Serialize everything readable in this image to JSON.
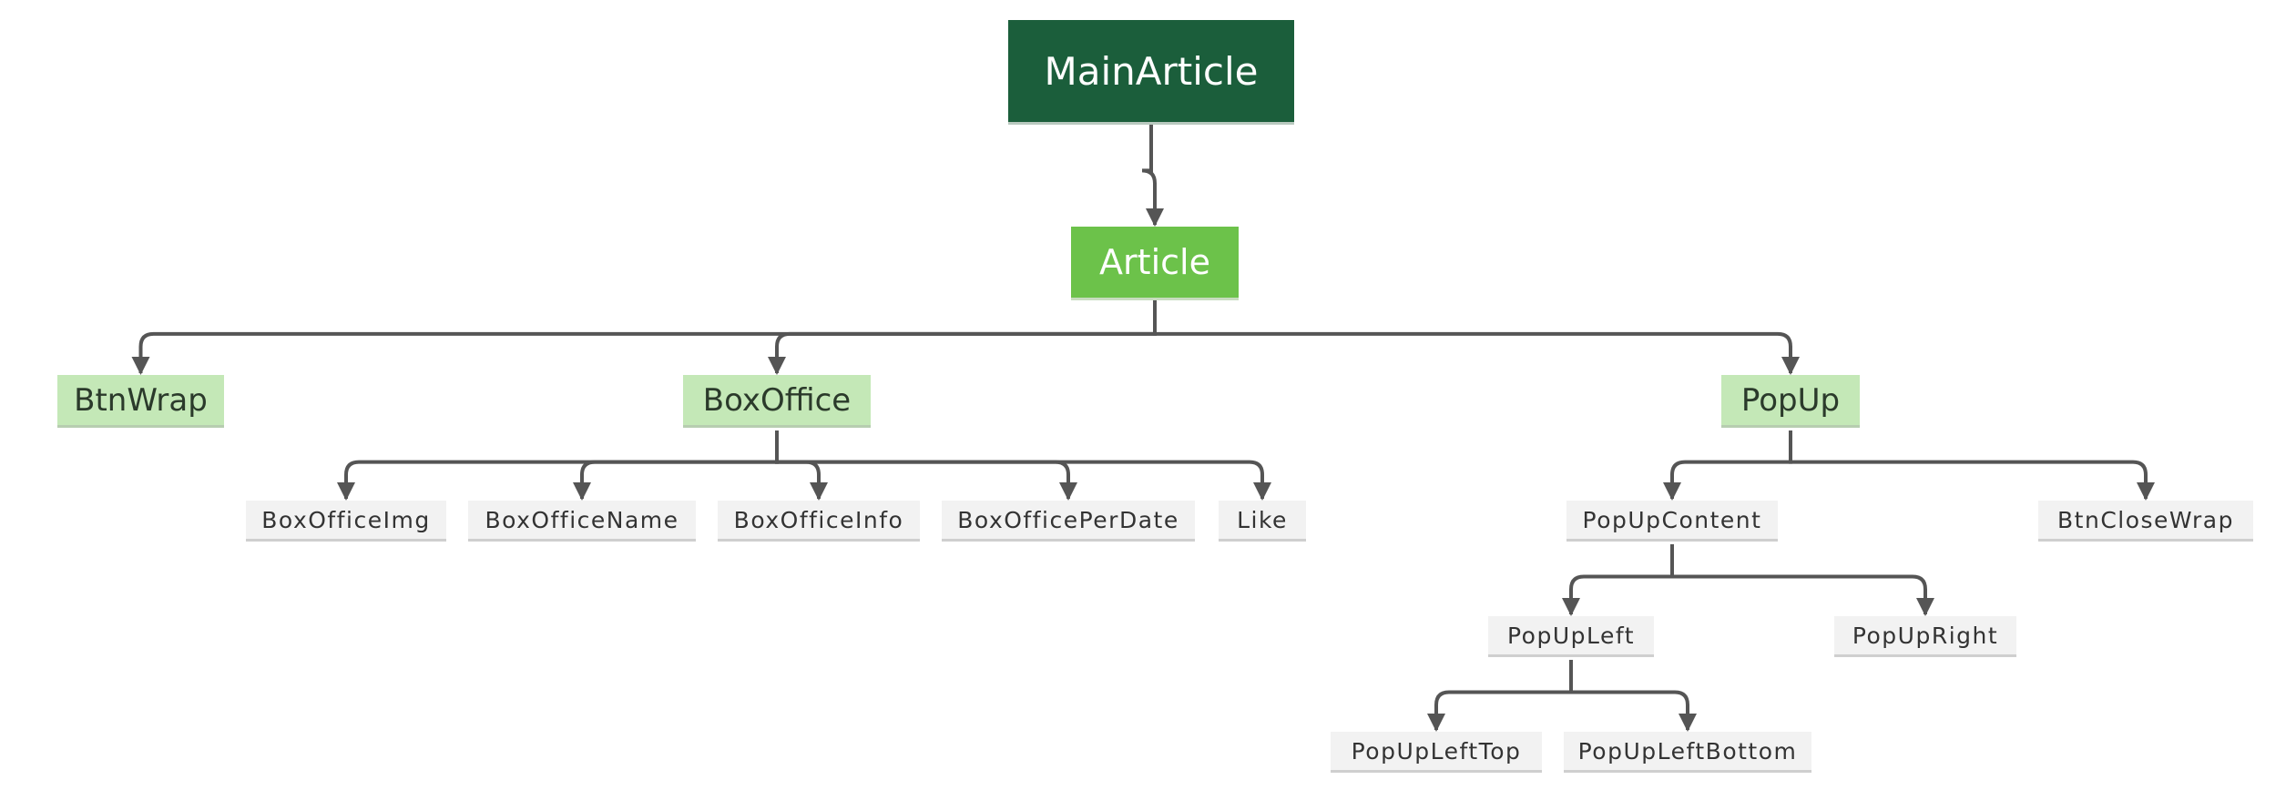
{
  "diagram": {
    "nodes": {
      "main_article": "MainArticle",
      "article": "Article",
      "btn_wrap": "BtnWrap",
      "box_office": "BoxOffice",
      "pop_up": "PopUp",
      "box_office_img": "BoxOfficeImg",
      "box_office_name": "BoxOfficeName",
      "box_office_info": "BoxOfficeInfo",
      "box_office_per_date": "BoxOfficePerDate",
      "like": "Like",
      "pop_up_content": "PopUpContent",
      "btn_close_wrap": "BtnCloseWrap",
      "pop_up_left": "PopUpLeft",
      "pop_up_right": "PopUpRight",
      "pop_up_left_top": "PopUpLeftTop",
      "pop_up_left_bottom": "PopUpLeftBottom"
    },
    "edges": [
      [
        "main_article",
        "article"
      ],
      [
        "article",
        "btn_wrap"
      ],
      [
        "article",
        "box_office"
      ],
      [
        "article",
        "pop_up"
      ],
      [
        "box_office",
        "box_office_img"
      ],
      [
        "box_office",
        "box_office_name"
      ],
      [
        "box_office",
        "box_office_info"
      ],
      [
        "box_office",
        "box_office_per_date"
      ],
      [
        "box_office",
        "like"
      ],
      [
        "pop_up",
        "pop_up_content"
      ],
      [
        "pop_up",
        "btn_close_wrap"
      ],
      [
        "pop_up_content",
        "pop_up_left"
      ],
      [
        "pop_up_content",
        "pop_up_right"
      ],
      [
        "pop_up_left",
        "pop_up_left_top"
      ],
      [
        "pop_up_left",
        "pop_up_left_bottom"
      ]
    ],
    "colors": {
      "root": "#1b5e3b",
      "level1": "#6cc24a",
      "level2": "#c4e8b7",
      "leaf": "#f2f2f2",
      "connector": "#555555"
    }
  }
}
